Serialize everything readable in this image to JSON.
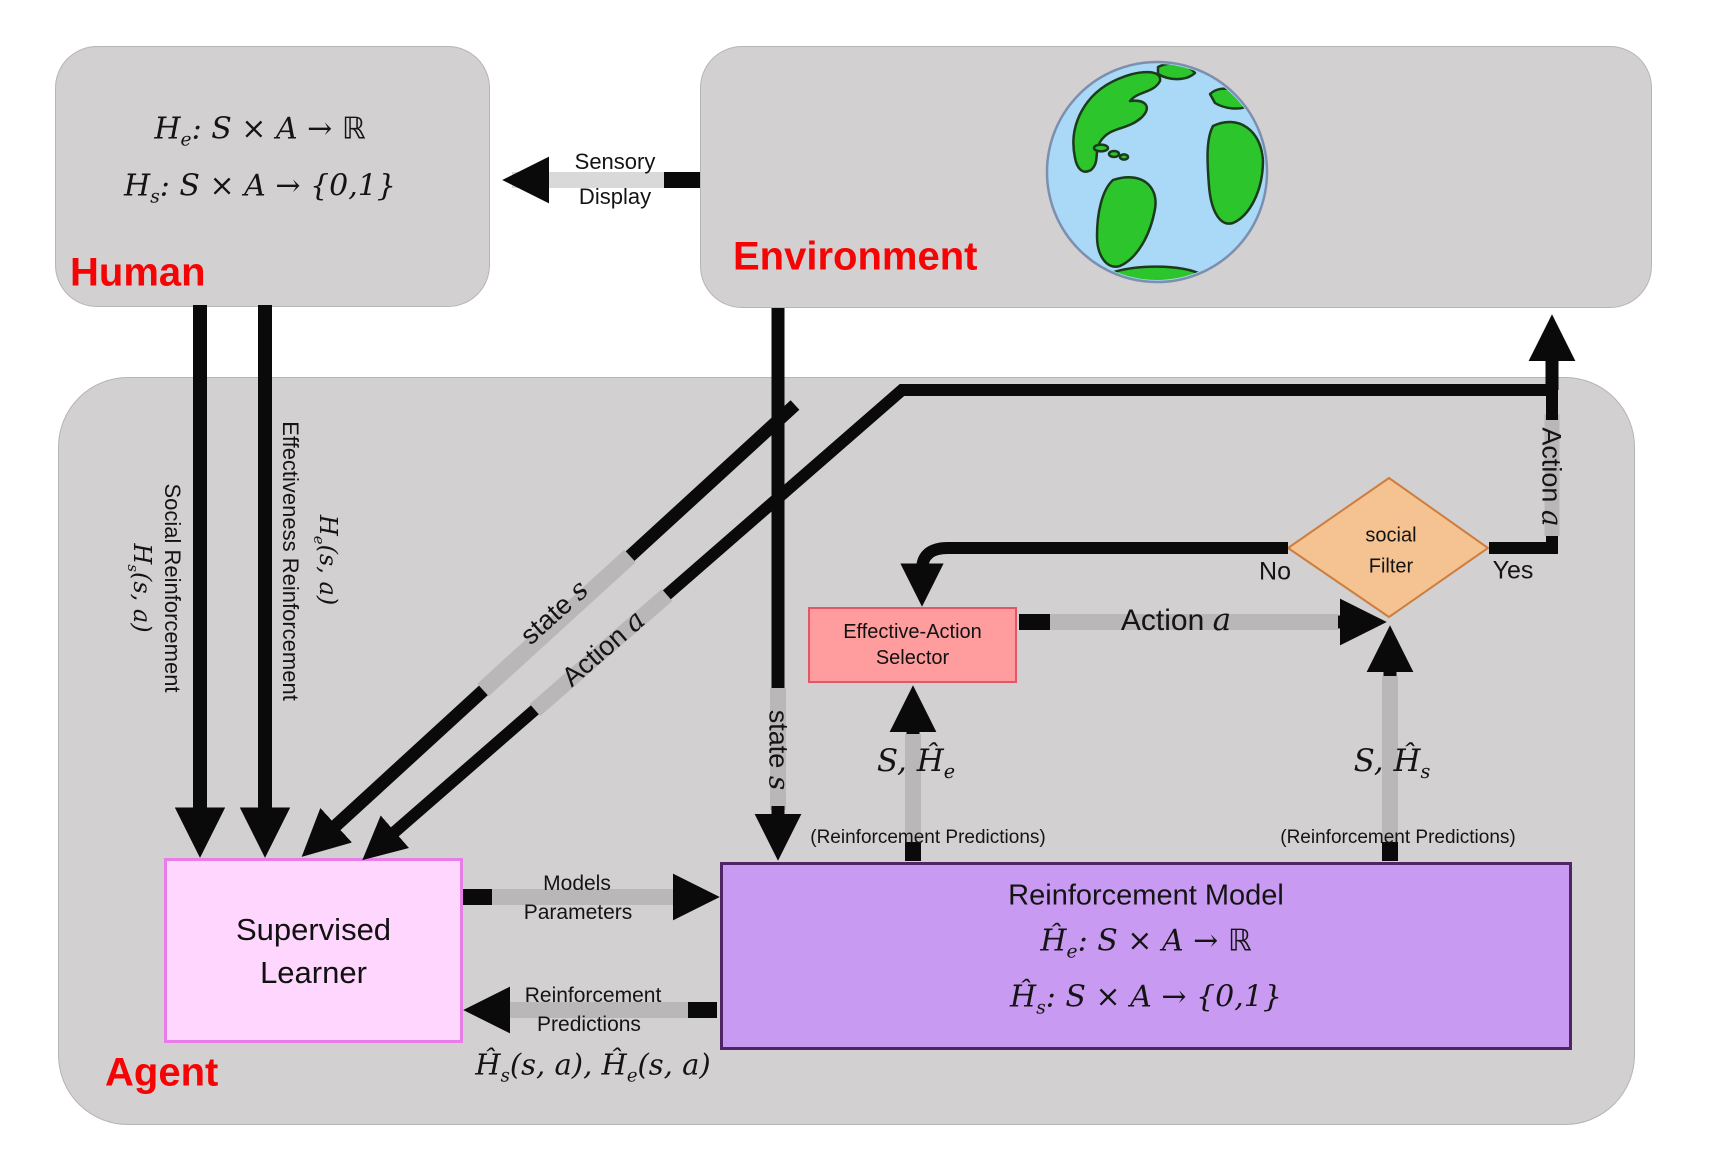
{
  "human": {
    "title": "Human",
    "formula_e": [
      "H",
      "e",
      ": S × A → ℝ"
    ],
    "formula_s": [
      "H",
      "s",
      ": S × A → {0,1}"
    ]
  },
  "environment": {
    "title": "Environment"
  },
  "agent": {
    "title": "Agent"
  },
  "supervised_learner": {
    "line1": "Supervised",
    "line2": "Learner"
  },
  "reinforcement_model": {
    "title": "Reinforcement Model",
    "formula_e": [
      "Ĥ",
      "e",
      ": S × A → ℝ"
    ],
    "formula_s": [
      "Ĥ",
      "s",
      ": S × A → {0,1}"
    ]
  },
  "effective_action_selector": {
    "line1": "Effective-Action",
    "line2": "Selector"
  },
  "social_filter": {
    "line1": "social",
    "line2": "Filter",
    "no_label": "No",
    "yes_label": "Yes"
  },
  "labels": {
    "sensory_line1": "Sensory",
    "sensory_line2": "Display",
    "social_reinforcement": "Social Reinforcement",
    "social_math": [
      "H",
      "s",
      "(s, a)"
    ],
    "effectiveness_reinforcement": "Effectiveness Reinforcement",
    "effectiveness_math": [
      "H",
      "e",
      "(s, a)"
    ],
    "state_s_diag": {
      "word": "state ",
      "var": "s"
    },
    "action_a_diag": {
      "word": "Action ",
      "var": "a"
    },
    "state_s_vertical": {
      "word": "state ",
      "var": "s"
    },
    "action_a_env": {
      "word": "Action ",
      "var": "a"
    },
    "action_a_selector": {
      "word": "Action ",
      "var": "a"
    },
    "s_he": [
      "S, ",
      "Ĥ",
      "e"
    ],
    "s_hs": [
      "S, ",
      "Ĥ",
      "s"
    ],
    "reinforcement_predictions_left": "(Reinforcement Predictions)",
    "reinforcement_predictions_right": "(Reinforcement Predictions)",
    "models_parameters_line1": "Models",
    "models_parameters_line2": "Parameters",
    "reinforcement_predictions_line1": "Reinforcement",
    "reinforcement_predictions_line2": "Predictions",
    "predictions_math": [
      "Ĥ",
      "s",
      "(s, a),  ",
      "Ĥ",
      "e",
      "(s, a)"
    ]
  },
  "colors": {
    "box_gray": "#d2d0d0",
    "title_red": "#f40404",
    "learner_fill": "#ffd6fd",
    "learner_border": "#e87ce8",
    "model_fill": "#c89af1",
    "model_border": "#4f2566",
    "selector_fill": "#ff9d9e",
    "selector_border": "#e4556a",
    "filter_fill": "#f5c291",
    "filter_border": "#cd7e3e",
    "arrow_black": "#0a0a0a",
    "shaft_gray_on_box": "#b9b7b7",
    "shaft_gray_on_white": "#d9d9d9",
    "globe_ocean": "#a9d9f7",
    "globe_land": "#2cc52c"
  }
}
